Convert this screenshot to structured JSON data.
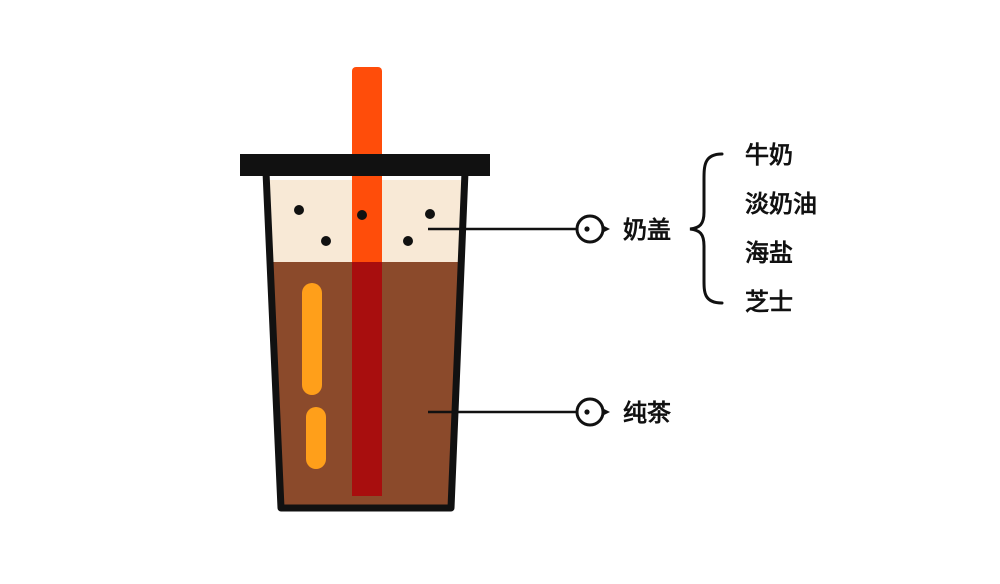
{
  "labels": {
    "foam_cap": "奶盖",
    "pure_tea": "纯茶"
  },
  "foam_ingredients": [
    "牛奶",
    "淡奶油",
    "海盐",
    "芝士"
  ],
  "colors": {
    "outline": "#111111",
    "foam": "#f8e9d6",
    "tea": "#8b4a2b",
    "straw_top": "#ff4d0a",
    "straw_inside": "#a80e0e",
    "ice": "#ff9f1a",
    "background": "#ffffff"
  },
  "icons": {
    "pointer": "bird-eye-pointer-icon",
    "bubble": "tapioca-pearl-dot"
  }
}
